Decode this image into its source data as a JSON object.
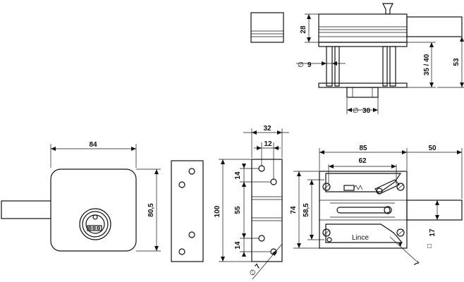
{
  "drawing": {
    "top_view": {
      "dim_height": "28",
      "dim_diameter_bolt": "9",
      "dim_diameter_cyl": "30",
      "dim_range": "35 / 40",
      "dim_total": "53",
      "diameter_symbol": "∅"
    },
    "front_view": {
      "dim_width": "84",
      "dim_height": "80,5"
    },
    "strike_plate": {
      "dim_height": "100"
    },
    "keeper": {
      "dim_width": "32",
      "dim_inner": "12",
      "dim_top": "14",
      "dim_mid": "55",
      "dim_bottom": "14",
      "dim_hole": "7"
    },
    "inside_view": {
      "dim_width": "85",
      "dim_bolt": "50",
      "dim_inner_width": "62",
      "dim_height": "74",
      "dim_inner_height": "58,5",
      "dim_square": "17",
      "dim_hole": "7",
      "brand": "Lince",
      "square_symbol": "□"
    }
  }
}
